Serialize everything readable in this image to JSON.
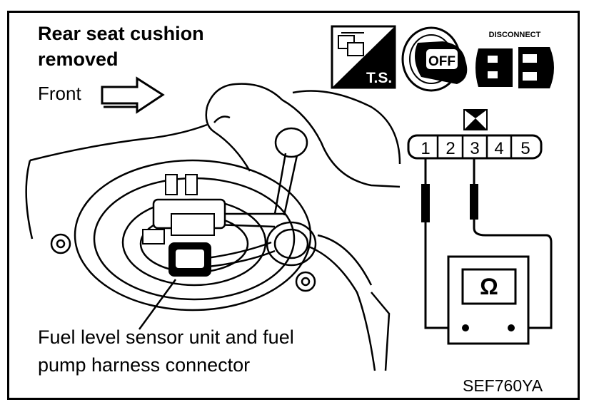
{
  "heading": {
    "line1": "Rear seat cushion",
    "line2": "removed"
  },
  "direction": {
    "label": "Front"
  },
  "icons": {
    "ts_label": "T.S.",
    "off_label": "OFF",
    "disconnect_label": "DISCONNECT"
  },
  "connector": {
    "pins": [
      "1",
      "2",
      "3",
      "4",
      "5"
    ]
  },
  "meter": {
    "symbol": "Ω"
  },
  "caption": {
    "line1": "Fuel level sensor unit and fuel",
    "line2": "pump harness connector"
  },
  "figure_code": "SEF760YA"
}
